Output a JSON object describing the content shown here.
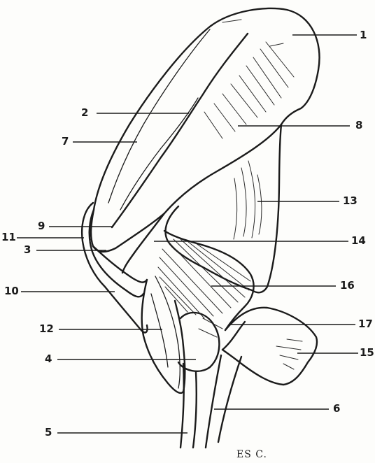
{
  "labels": {
    "l1": "1",
    "l2": "2",
    "l3": "3",
    "l4": "4",
    "l5": "5",
    "l6": "6",
    "l7": "7",
    "l8": "8",
    "l9": "9",
    "l10": "10",
    "l11": "11",
    "l12": "12",
    "l13": "13",
    "l14": "14",
    "l15": "15",
    "l16": "16",
    "l17": "17"
  },
  "signature": "ES C."
}
